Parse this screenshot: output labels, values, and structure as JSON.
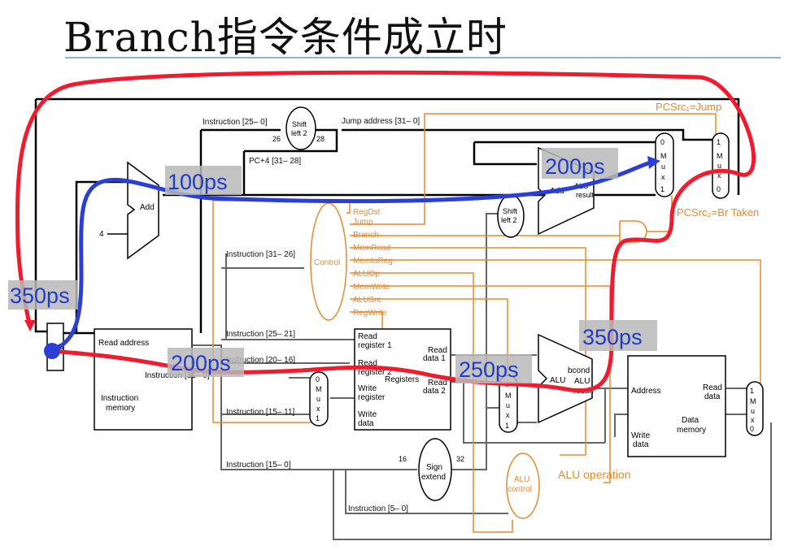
{
  "slide": {
    "title": "Branch指令条件成立时"
  },
  "datapath": {
    "pc": "PC",
    "add_unit": "Add",
    "const_four": "4",
    "shift_left_2_jump": [
      "Shift",
      "left 2"
    ],
    "bits_26": "26",
    "bits_28": "28",
    "instr_25_0": "Instruction [25– 0]",
    "jump_address": "Jump address [31– 0]",
    "pc4_31_28": "PC+4 [31– 28]",
    "instr_31_26": "Instruction [31– 26]",
    "instr_25_21": "Instruction [25– 21]",
    "instr_20_16": "Instruction [20– 16]",
    "instr_15_11": "Instruction [15– 11]",
    "instr_15_0": "Instruction [15– 0]",
    "instr_5_0": "Instruction [5– 0]",
    "instruction_memory": {
      "read_address": "Read address",
      "instruction_out": "Instruction [31– 0]",
      "name": [
        "Instruction",
        "memory"
      ]
    },
    "control": "Control",
    "control_signals": [
      "RegDst",
      "Jump",
      "Branch",
      "MemRead",
      "MemtoReg",
      "ALUOp",
      "MemWrite",
      "ALUSrc",
      "RegWrite"
    ],
    "registers": {
      "name": "Registers",
      "read_register_1": [
        "Read",
        "register 1"
      ],
      "read_register_2": [
        "Read",
        "register 2"
      ],
      "write_register": [
        "Write",
        "register"
      ],
      "write_data": [
        "Write",
        "data"
      ],
      "read_data_1": [
        "Read",
        "data 1"
      ],
      "read_data_2": [
        "Read",
        "data 2"
      ]
    },
    "mux": [
      "M",
      "u",
      "x"
    ],
    "mux_in0": "0",
    "mux_in1": "1",
    "sign_extend": [
      "Sign",
      "extend"
    ],
    "bits_16": "16",
    "bits_32": "32",
    "shift_left_2_branch": [
      "Shift",
      "left 2"
    ],
    "alu": "ALU",
    "alu_result": [
      "ALU",
      "result"
    ],
    "alu_add_result": [
      "ALU",
      "result"
    ],
    "bcond": "bcond",
    "alu_control": [
      "ALU",
      "control"
    ],
    "alu_operation": "ALU operation",
    "data_memory": {
      "address": "Address",
      "read_data": [
        "Read",
        "data"
      ],
      "write_data": [
        "Write",
        "data"
      ],
      "name": [
        "Data",
        "memory"
      ]
    },
    "pcsrc1": "PCSrc₁=Jump",
    "pcsrc2": "PCSrc₂=Br Taken"
  },
  "timing_labels": [
    "100ps",
    "200ps",
    "350ps",
    "200ps",
    "250ps",
    "350ps"
  ],
  "colors": {
    "datapath": "#000000",
    "gray_wire": "#666666",
    "control": "#e8892b",
    "red_path": "#ee1c2e",
    "blue_path": "#2a3fd6",
    "label_bg": "#b9b9b9",
    "label_text": "#1f3bc9",
    "title_rule": "#8fb2d9"
  }
}
